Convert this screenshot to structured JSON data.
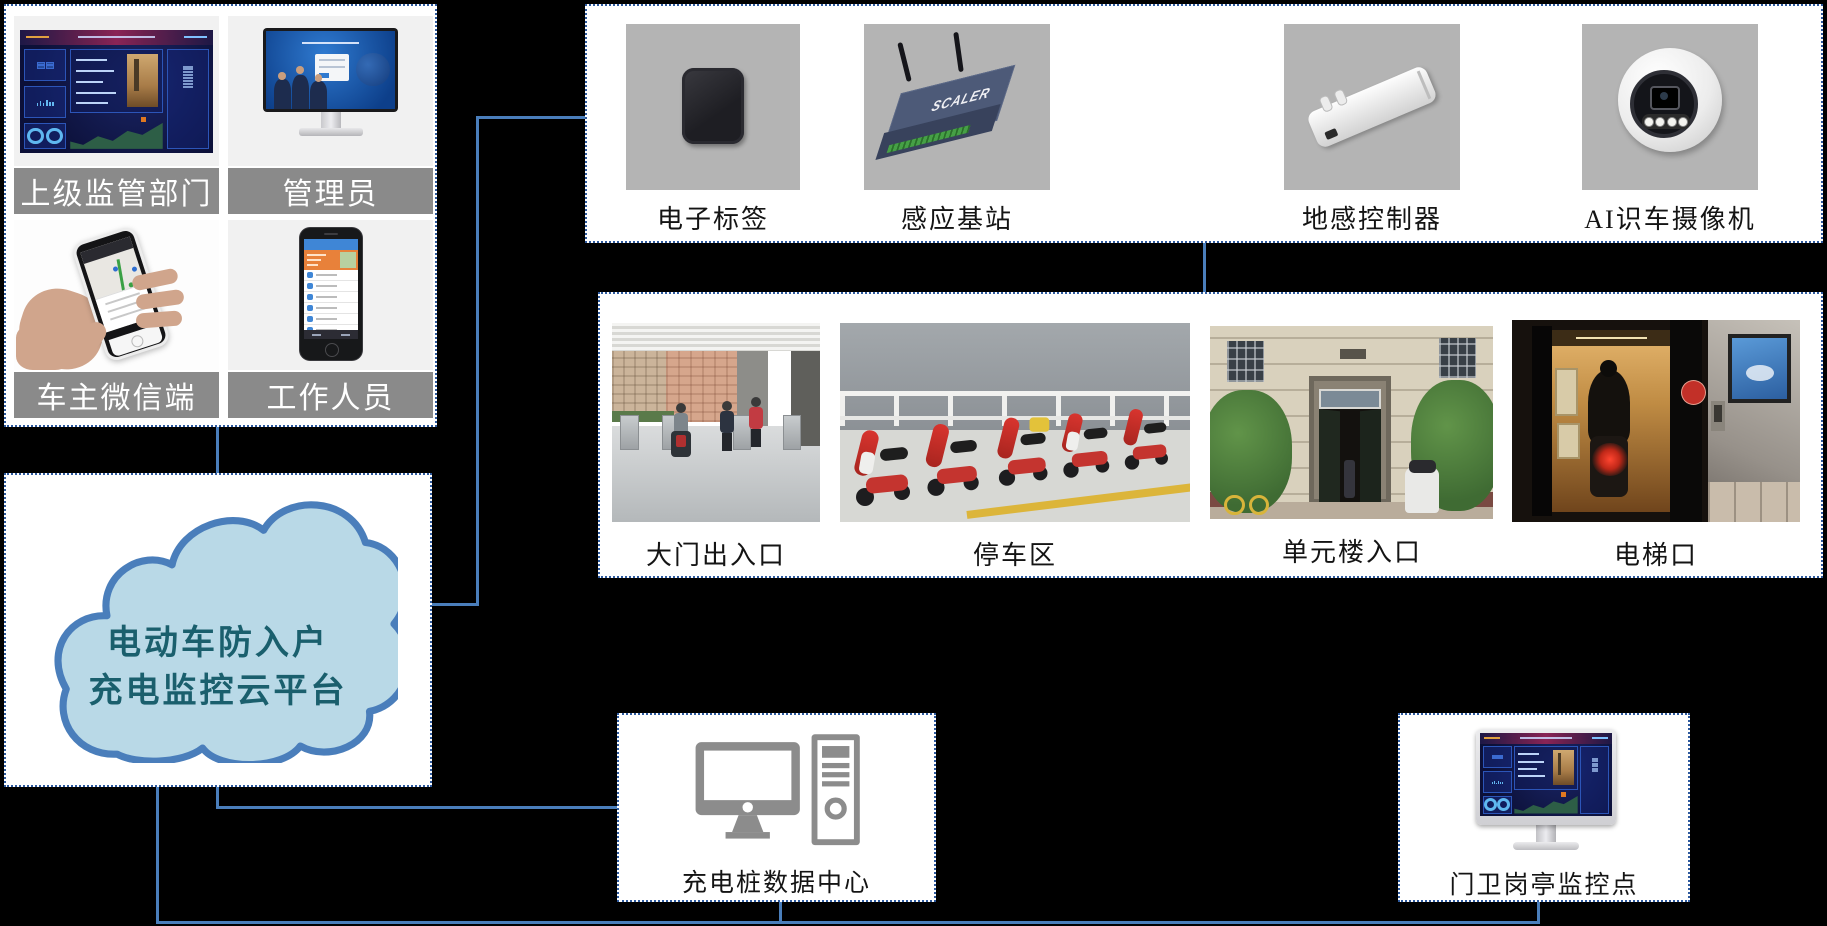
{
  "users_panel": {
    "items": [
      {
        "label": "上级监管部门",
        "image": "monitoring-dashboard-screenshot"
      },
      {
        "label": "管理员",
        "image": "admin-desktop-login-screen"
      },
      {
        "label": "车主微信端",
        "image": "hand-holding-phone-map-app"
      },
      {
        "label": "工作人员",
        "image": "staff-phone-task-list-app"
      }
    ]
  },
  "cloud": {
    "title_line1": "电动车防入户",
    "title_line2": "充电监控云平台"
  },
  "devices_panel": {
    "items": [
      {
        "label": "电子标签"
      },
      {
        "label": "感应基站",
        "brand": "SCALER"
      },
      {
        "label": "地感控制器"
      },
      {
        "label": "AI识车摄像机"
      }
    ]
  },
  "locations_panel": {
    "items": [
      {
        "label": "大门出入口"
      },
      {
        "label": "停车区"
      },
      {
        "label": "单元楼入口"
      },
      {
        "label": "电梯口"
      }
    ]
  },
  "datacenter_panel": {
    "label": "充电桩数据中心"
  },
  "guard_panel": {
    "label": "门卫岗亭监控点"
  },
  "colors": {
    "connector_blue": "#4a7ebb",
    "panel_border_dotted": "#2e5a9e",
    "cloud_fill": "#b9d9e7",
    "cloud_border": "#4a7ebb",
    "cloud_text": "#1a5f6d",
    "user_label_bar": "#8a8a8a",
    "device_box_gray": "#b4b4b4",
    "background": "#000000"
  }
}
